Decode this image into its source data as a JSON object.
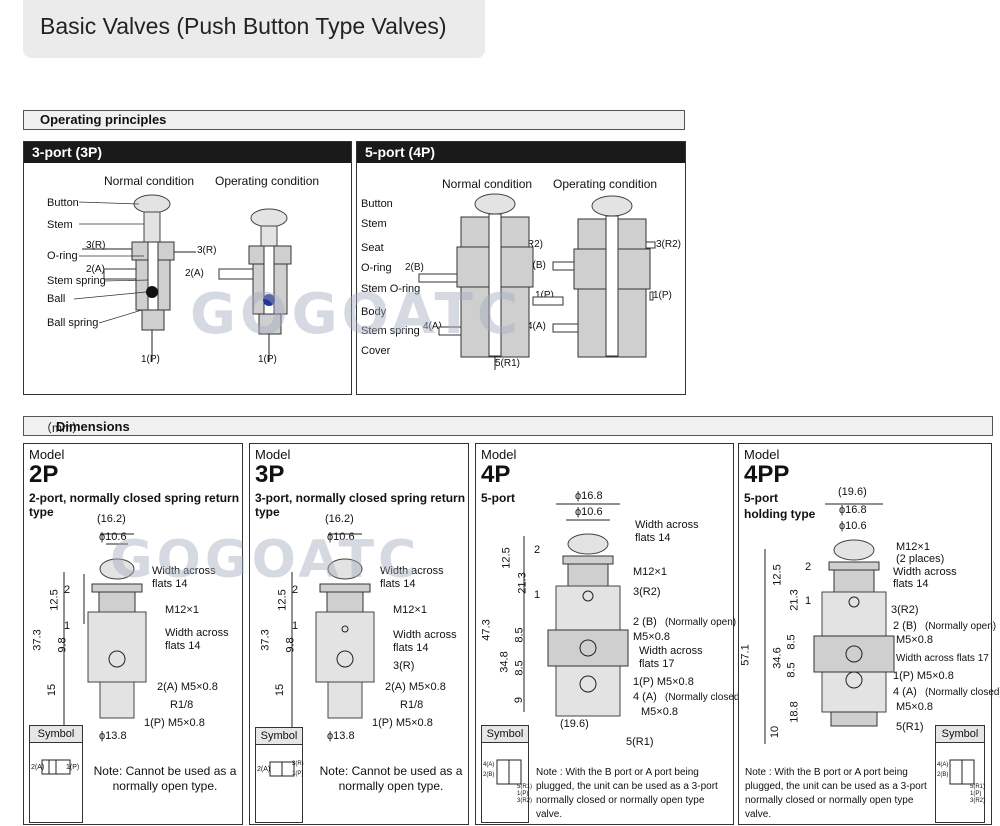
{
  "page_title": "Basic Valves (Push Button Type Valves)",
  "sections": {
    "operating": "Operating principles",
    "dimensions": "Dimensions",
    "dimensions_unit": "（mm）"
  },
  "panel_3p": {
    "header": "3-port (3P)",
    "normal": "Normal condition",
    "operating": "Operating condition",
    "labels": [
      "Button",
      "Stem",
      "O-ring",
      "Stem spring",
      "Ball",
      "Ball spring"
    ],
    "ports": {
      "r": "3(R)",
      "a": "2(A)",
      "p": "1(P)"
    }
  },
  "panel_4p": {
    "header": "5-port (4P)",
    "normal": "Normal condition",
    "operating": "Operating condition",
    "labels": [
      "Button",
      "Stem",
      "Seat",
      "O-ring",
      "Stem O-ring",
      "Body",
      "Stem spring",
      "Cover"
    ],
    "ports": {
      "r2": "3(R2)",
      "b": "2(B)",
      "p": "1(P)",
      "a": "4(A)",
      "r1": "5(R1)"
    }
  },
  "watermark": "GOGOATC",
  "models": [
    {
      "word": "Model",
      "code": "2P",
      "desc": "2-port, normally closed spring return type",
      "dims": {
        "top": "(16.2)",
        "dia": "ϕ10.6",
        "flats1": "Width across",
        "flats1b": "flats 14",
        "m12": "M12×1",
        "flats2": "Width across",
        "flats2b": "flats 14",
        "p2a": "2(A)  M5×0.8",
        "r18": "R1/8",
        "p1p": "1(P)  M5×0.8",
        "dia_bot": "ϕ13.8",
        "h": "37.3",
        "h1": "12.5",
        "h2": "9.8",
        "h3": "15",
        "s2": "2",
        "s1": "1"
      },
      "symbol": "Symbol",
      "sym_ports": [
        "2(A)",
        "1(P)"
      ],
      "note": "Note: Cannot be used as a normally open type."
    },
    {
      "word": "Model",
      "code": "3P",
      "desc": "3-port, normally closed spring return type",
      "dims": {
        "top": "(16.2)",
        "dia": "ϕ10.6",
        "flats1": "Width across",
        "flats1b": "flats 14",
        "m12": "M12×1",
        "flats2": "Width across",
        "flats2b": "flats 14",
        "p3r": "3(R)",
        "p2a": "2(A)  M5×0.8",
        "r18": "R1/8",
        "p1p": "1(P)  M5×0.8",
        "dia_bot": "ϕ13.8",
        "h": "37.3",
        "h1": "12.5",
        "h2": "9.8",
        "h3": "15",
        "s2": "2",
        "s1": "1"
      },
      "symbol": "Symbol",
      "sym_ports": [
        "2(A)",
        "3(R)",
        "1(P)"
      ],
      "note": "Note: Cannot be used as a normally open type."
    },
    {
      "word": "Model",
      "code": "4P",
      "desc": "5-port",
      "dims": {
        "d1": "ϕ16.8",
        "d2": "ϕ10.6",
        "flats1": "Width across",
        "flats1b": "flats 14",
        "m12": "M12×1",
        "p3": "3(R2)",
        "p2": "2 (B)",
        "p2n": "(Normally open)",
        "m5a": "M5×0.8",
        "flats2": "Width across",
        "flats2b": "flats 17",
        "p1": "1(P)  M5×0.8",
        "p4": "4 (A)",
        "p4n": "(Normally closed)",
        "m5b": "M5×0.8",
        "w": "(19.6)",
        "p5": "5(R1)",
        "h": "47.3",
        "h1": "12.5",
        "h2": "21.3",
        "h3": "34.8",
        "h4": "8.5",
        "h5": "8.5",
        "h6": "9",
        "s2": "2",
        "s1": "1"
      },
      "symbol": "Symbol",
      "sym_ports": [
        "4(A)",
        "2(B)",
        "5(R1)",
        "1(P)",
        "3(R2)"
      ],
      "note": "Note : With the B port or A port being plugged, the unit can be used as a 3-port normally closed or normally open type valve."
    },
    {
      "word": "Model",
      "code": "4PP",
      "desc": "5-port",
      "desc2": "holding type",
      "dims": {
        "w1": "(19.6)",
        "d1": "ϕ16.8",
        "d2": "ϕ10.6",
        "m12": "M12×1",
        "places": "(2 places)",
        "flats1": "Width across",
        "flats1b": "flats 14",
        "p3": "3(R2)",
        "p2": "2 (B)",
        "p2n": "(Normally open)",
        "m5a": "M5×0.8",
        "flats2": "Width across flats 17",
        "p1": "1(P)  M5×0.8",
        "p4": "4 (A)",
        "p4n": "(Normally closed)",
        "m5b": "M5×0.8",
        "p5": "5(R1)",
        "h": "57.1",
        "h1": "12.5",
        "h2": "21.3",
        "h3": "34.6",
        "h4": "8.5",
        "h5": "8.5",
        "h6": "18.8",
        "h7": "10",
        "s2": "2",
        "s1": "1"
      },
      "symbol": "Symbol",
      "sym_ports": [
        "4(A)",
        "2(B)",
        "5(R1)",
        "1(P)",
        "3(R2)"
      ],
      "note": "Note : With the B port or A port being plugged, the unit can be used as a 3-port normally closed or normally open type valve."
    }
  ]
}
